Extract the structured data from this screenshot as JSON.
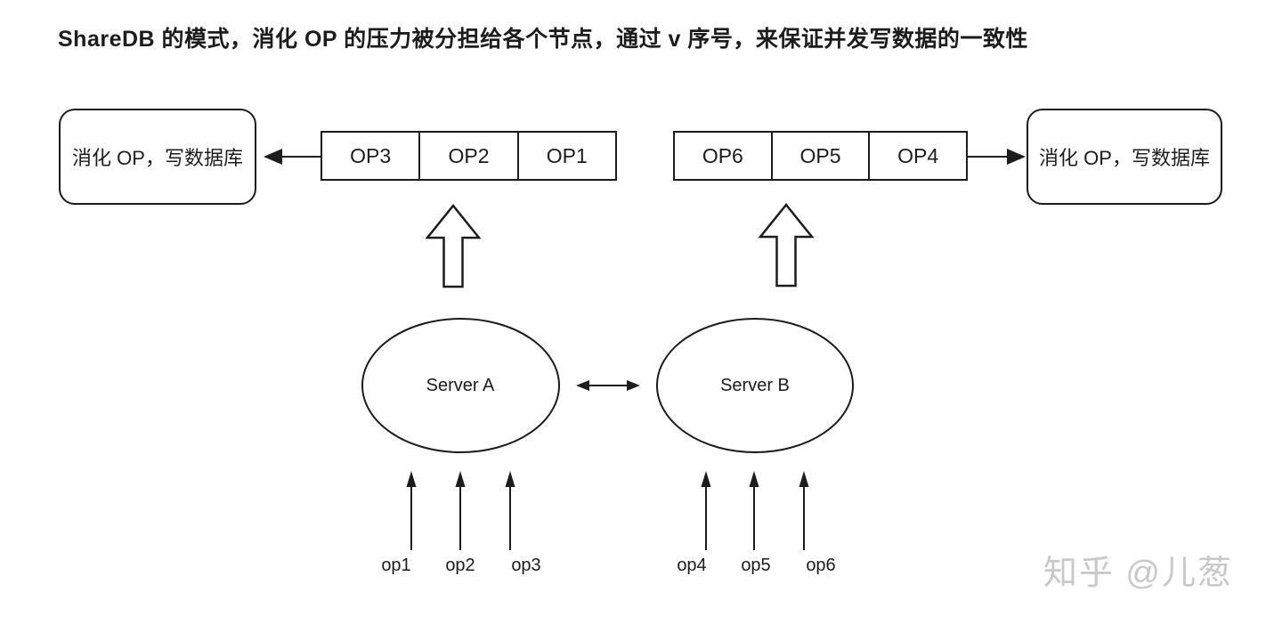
{
  "title": "ShareDB 的模式，消化 OP 的压力被分担给各个节点，通过 v 序号，来保证并发写数据的一致性",
  "left_consumer": {
    "label": "消化 OP，写数据库"
  },
  "right_consumer": {
    "label": "消化 OP，写数据库"
  },
  "left_queue": {
    "cells": [
      "OP3",
      "OP2",
      "OP1"
    ]
  },
  "right_queue": {
    "cells": [
      "OP6",
      "OP5",
      "OP4"
    ]
  },
  "servers": {
    "a": {
      "label": "Server A"
    },
    "b": {
      "label": "Server B"
    }
  },
  "incoming_ops": {
    "server_a": [
      "op1",
      "op2",
      "op3"
    ],
    "server_b": [
      "op4",
      "op5",
      "op6"
    ]
  },
  "watermark": "知乎 @儿葱",
  "colors": {
    "stroke": "#1c1c1c",
    "background": "#ffffff",
    "watermark": "#c9c9c9"
  }
}
